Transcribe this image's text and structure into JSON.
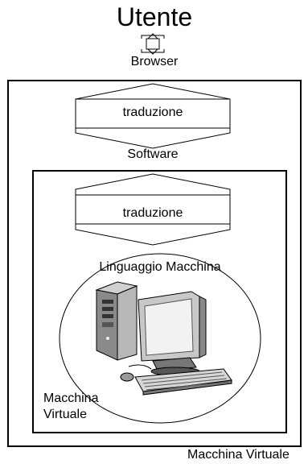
{
  "top": {
    "user_label": "Utente",
    "browser_label": "Browser"
  },
  "outer_box": {
    "translation_label": "traduzione",
    "software_label": "Software",
    "caption": "Macchina Virtuale"
  },
  "inner_box": {
    "translation_label": "traduzione",
    "machine_language_label": "Linguaggio Macchina",
    "virtual_machine_label_line1": "Macchina",
    "virtual_machine_label_line2": "Virtuale"
  },
  "icons": {
    "small_arrow": "double-arrow-icon",
    "big_arrow": "double-arrow-icon",
    "computer": "computer-icon"
  }
}
